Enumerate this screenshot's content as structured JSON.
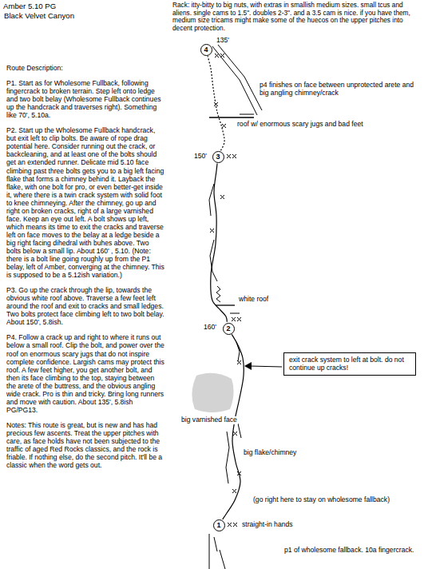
{
  "diagram": {
    "title": "Amber 5.10 PG",
    "nodes": [
      {
        "text": [
          "1"
        ]
      },
      {
        "text": [
          "2"
        ]
      },
      {
        "text": [
          "3"
        ]
      },
      {
        "text": [
          "4"
        ]
      },
      {
        "text": [
          "exit crack system to left at bolt. do not continue up cracks!"
        ]
      }
    ],
    "edges": [
      {
        "from": 0,
        "to": 1,
        "arrow": "none"
      },
      {
        "from": 1,
        "to": 2,
        "arrow": "none"
      },
      {
        "from": 2,
        "to": 3,
        "arrow": "none"
      }
    ],
    "labels": [
      "Black Velvet Canyon",
      "Rack: itty-bitty to big nuts, with extras in smallish medium sizes. small tcus and aliens. single cams to 1.5\". doubles 2-3\". and a 3.5 cam is nice. if you have them, medium size tricams might make some of the huecos on the upper pitches into decent protection.",
      "Route Description:",
      "P1. Start as for Wholesome Fullback, following fingercrack to broken terrain. Step left onto ledge and two bolt belay (Wholesome Fullback continues up the handcrack and traverses right). Something like 70', 5.10a.",
      "P2. Start up the Wholesome Fullback handcrack, but exit left to clip bolts. Be aware of rope drag potential here. Consider running out the crack, or backcleaning, and at least one of the bolts should get an extended runner. Delicate mid 5.10 face climbing past three bolts gets you to a big left facing flake that forms a chimney behind it. Layback the flake, with one bolt for pro, or even better-get inside it, where there is a twin crack system with solid foot to knee chimneying. After the chimney, go up and right on broken cracks, right of a large varnished face. Keep an eye out left. A bolt shows up left, which means its time to exit the cracks and traverse left on face moves to the belay at a ledge beside a big right facing dihedral with buhes above. Two bolts below a small lip. About 160' , 5.10. (Note: there is a bolt line going roughly up from the P1 belay, left of Amber, converging at the chimney. This is supposed to be a 5.12ish variation.)",
      "P3. Go up the crack through the lip, towards the obvious white roof above. Traverse a few feet left around the roof and exit to cracks and small ledges. Two bolts protect face climbing left to two bolt belay. About 150', 5.8ish.",
      "P4. Follow a crack up and right to where it runs out below a small roof. Clip the bolt, and power over the roof on enormous scary jugs that do not inspire complete confidence. Largish cams may protect this roof. A few feet higher, you get another bolt, and then its face climbing to the top, staying between the arete of the buttress, and the obvious angling wide crack. Pro is thin and tricky. Bring long runners and move with caution. About 135', 5.8ish PG/PG13.",
      "Notes: This route is great, but is new and has had precious few ascents. Treat the upper pitches with care, as face holds have not been subjected to the traffic of aged Red Rocks classics, and the rock is friable. If nothing else, do the second pitch. It'll be a classic when the word gets out.",
      "135'",
      "p4 finishes on face between unprotected arete and big angling chimney/crack",
      "roof w/ enormous scary jugs and bad feet",
      "150'",
      "white roof",
      "160'",
      "big varnished face",
      "big flake/chimney",
      "(go right here to stay on wholesome fallback)",
      "straight-in hands",
      "p1 of wholesome fallback. 10a fingercrack."
    ]
  }
}
